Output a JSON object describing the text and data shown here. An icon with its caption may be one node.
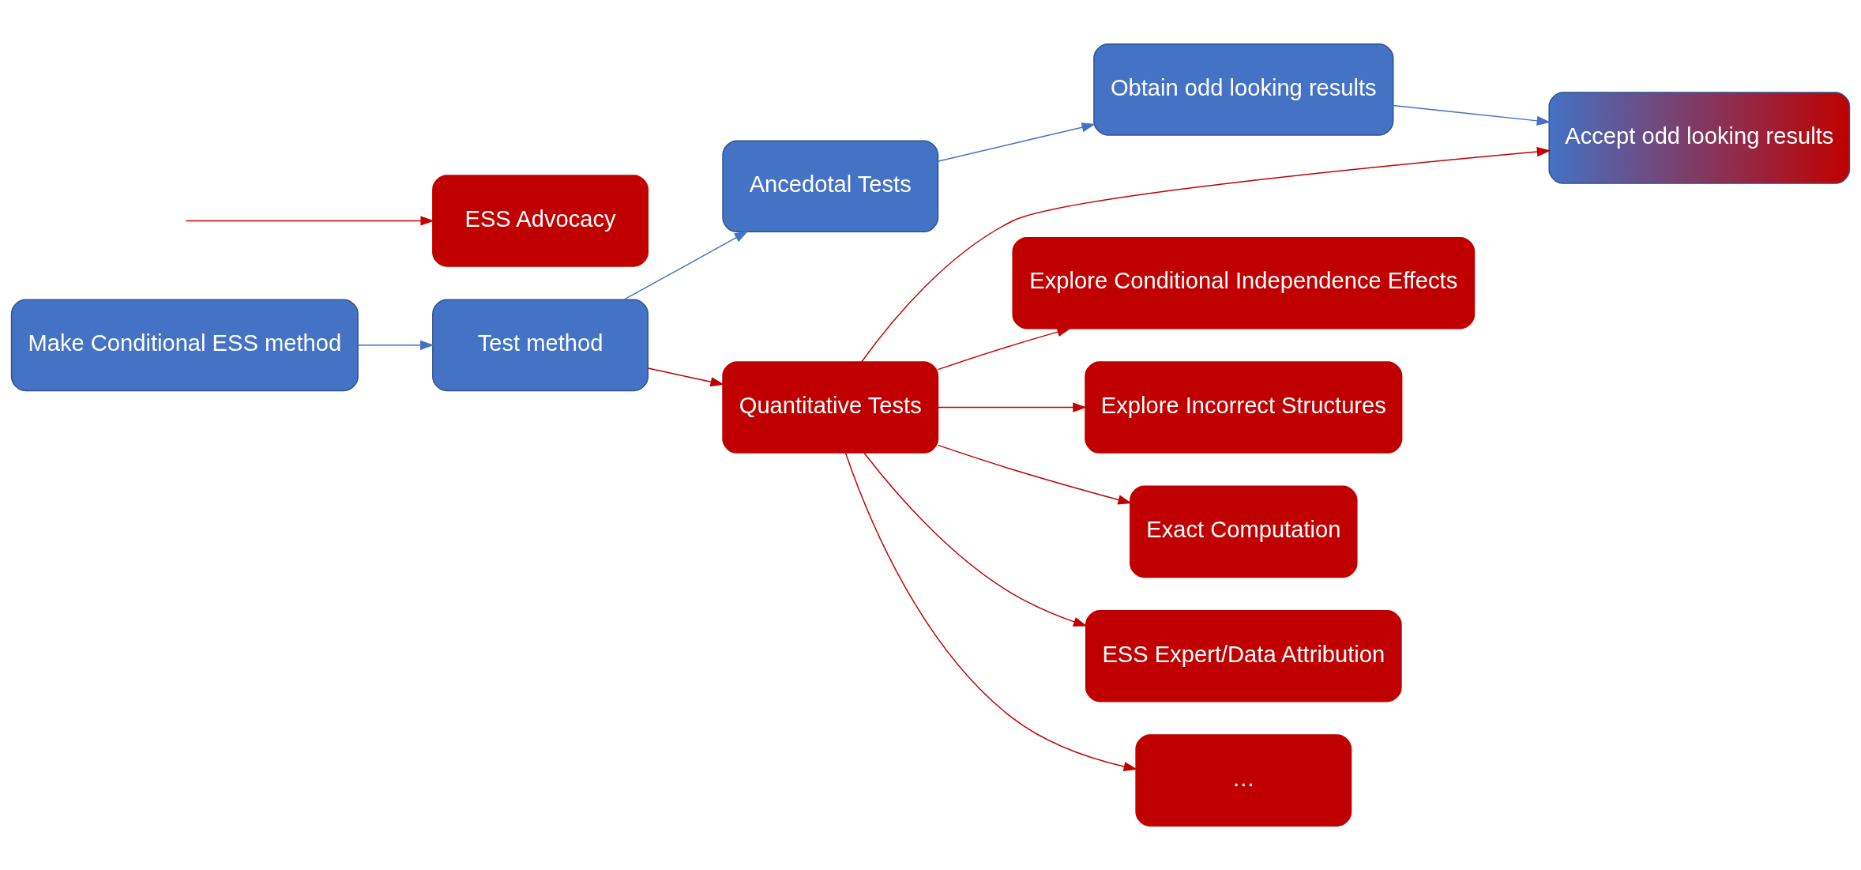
{
  "diagram": {
    "nodes": [
      {
        "text": [
          "Make Conditional ESS method"
        ]
      },
      {
        "text": [
          "Test method"
        ]
      },
      {
        "text": [
          "Ancedotal Tests"
        ]
      },
      {
        "text": [
          "Quantitative Tests"
        ]
      },
      {
        "text": [
          "Obtain odd looking results"
        ]
      },
      {
        "text": [
          "Accept odd looking results"
        ]
      },
      {
        "text": [
          "Explore Conditional Independence Effects"
        ]
      },
      {
        "text": [
          "Explore Incorrect Structures"
        ]
      },
      {
        "text": [
          "Exact Computation"
        ]
      },
      {
        "text": [
          "ESS Expert/Data Attribution"
        ]
      },
      {
        "text": [
          "…"
        ]
      },
      {
        "text": [
          "ESS Advocacy"
        ]
      }
    ],
    "edges": [
      {
        "from": 0,
        "to": 1,
        "arrow": "to",
        "color": "#4472c4"
      },
      {
        "from": 1,
        "to": 2,
        "arrow": "to",
        "color": "#4472c4"
      },
      {
        "from": 1,
        "to": 3,
        "arrow": "to"
      },
      {
        "from": 2,
        "to": 4,
        "arrow": "to",
        "color": "#4472c4"
      },
      {
        "from": 4,
        "to": 5,
        "arrow": "to",
        "color": "#4472c4"
      },
      {
        "from": 3,
        "to": 5,
        "arrow": "to"
      },
      {
        "from": 3,
        "to": 6,
        "arrow": "to"
      },
      {
        "from": 3,
        "to": 7,
        "arrow": "to"
      },
      {
        "from": 3,
        "to": 8,
        "arrow": "to"
      },
      {
        "from": 3,
        "to": 9,
        "arrow": "to"
      },
      {
        "from": 3,
        "to": 10,
        "arrow": "to"
      },
      {
        "from": null,
        "to": 11,
        "arrow": "to"
      }
    ]
  }
}
